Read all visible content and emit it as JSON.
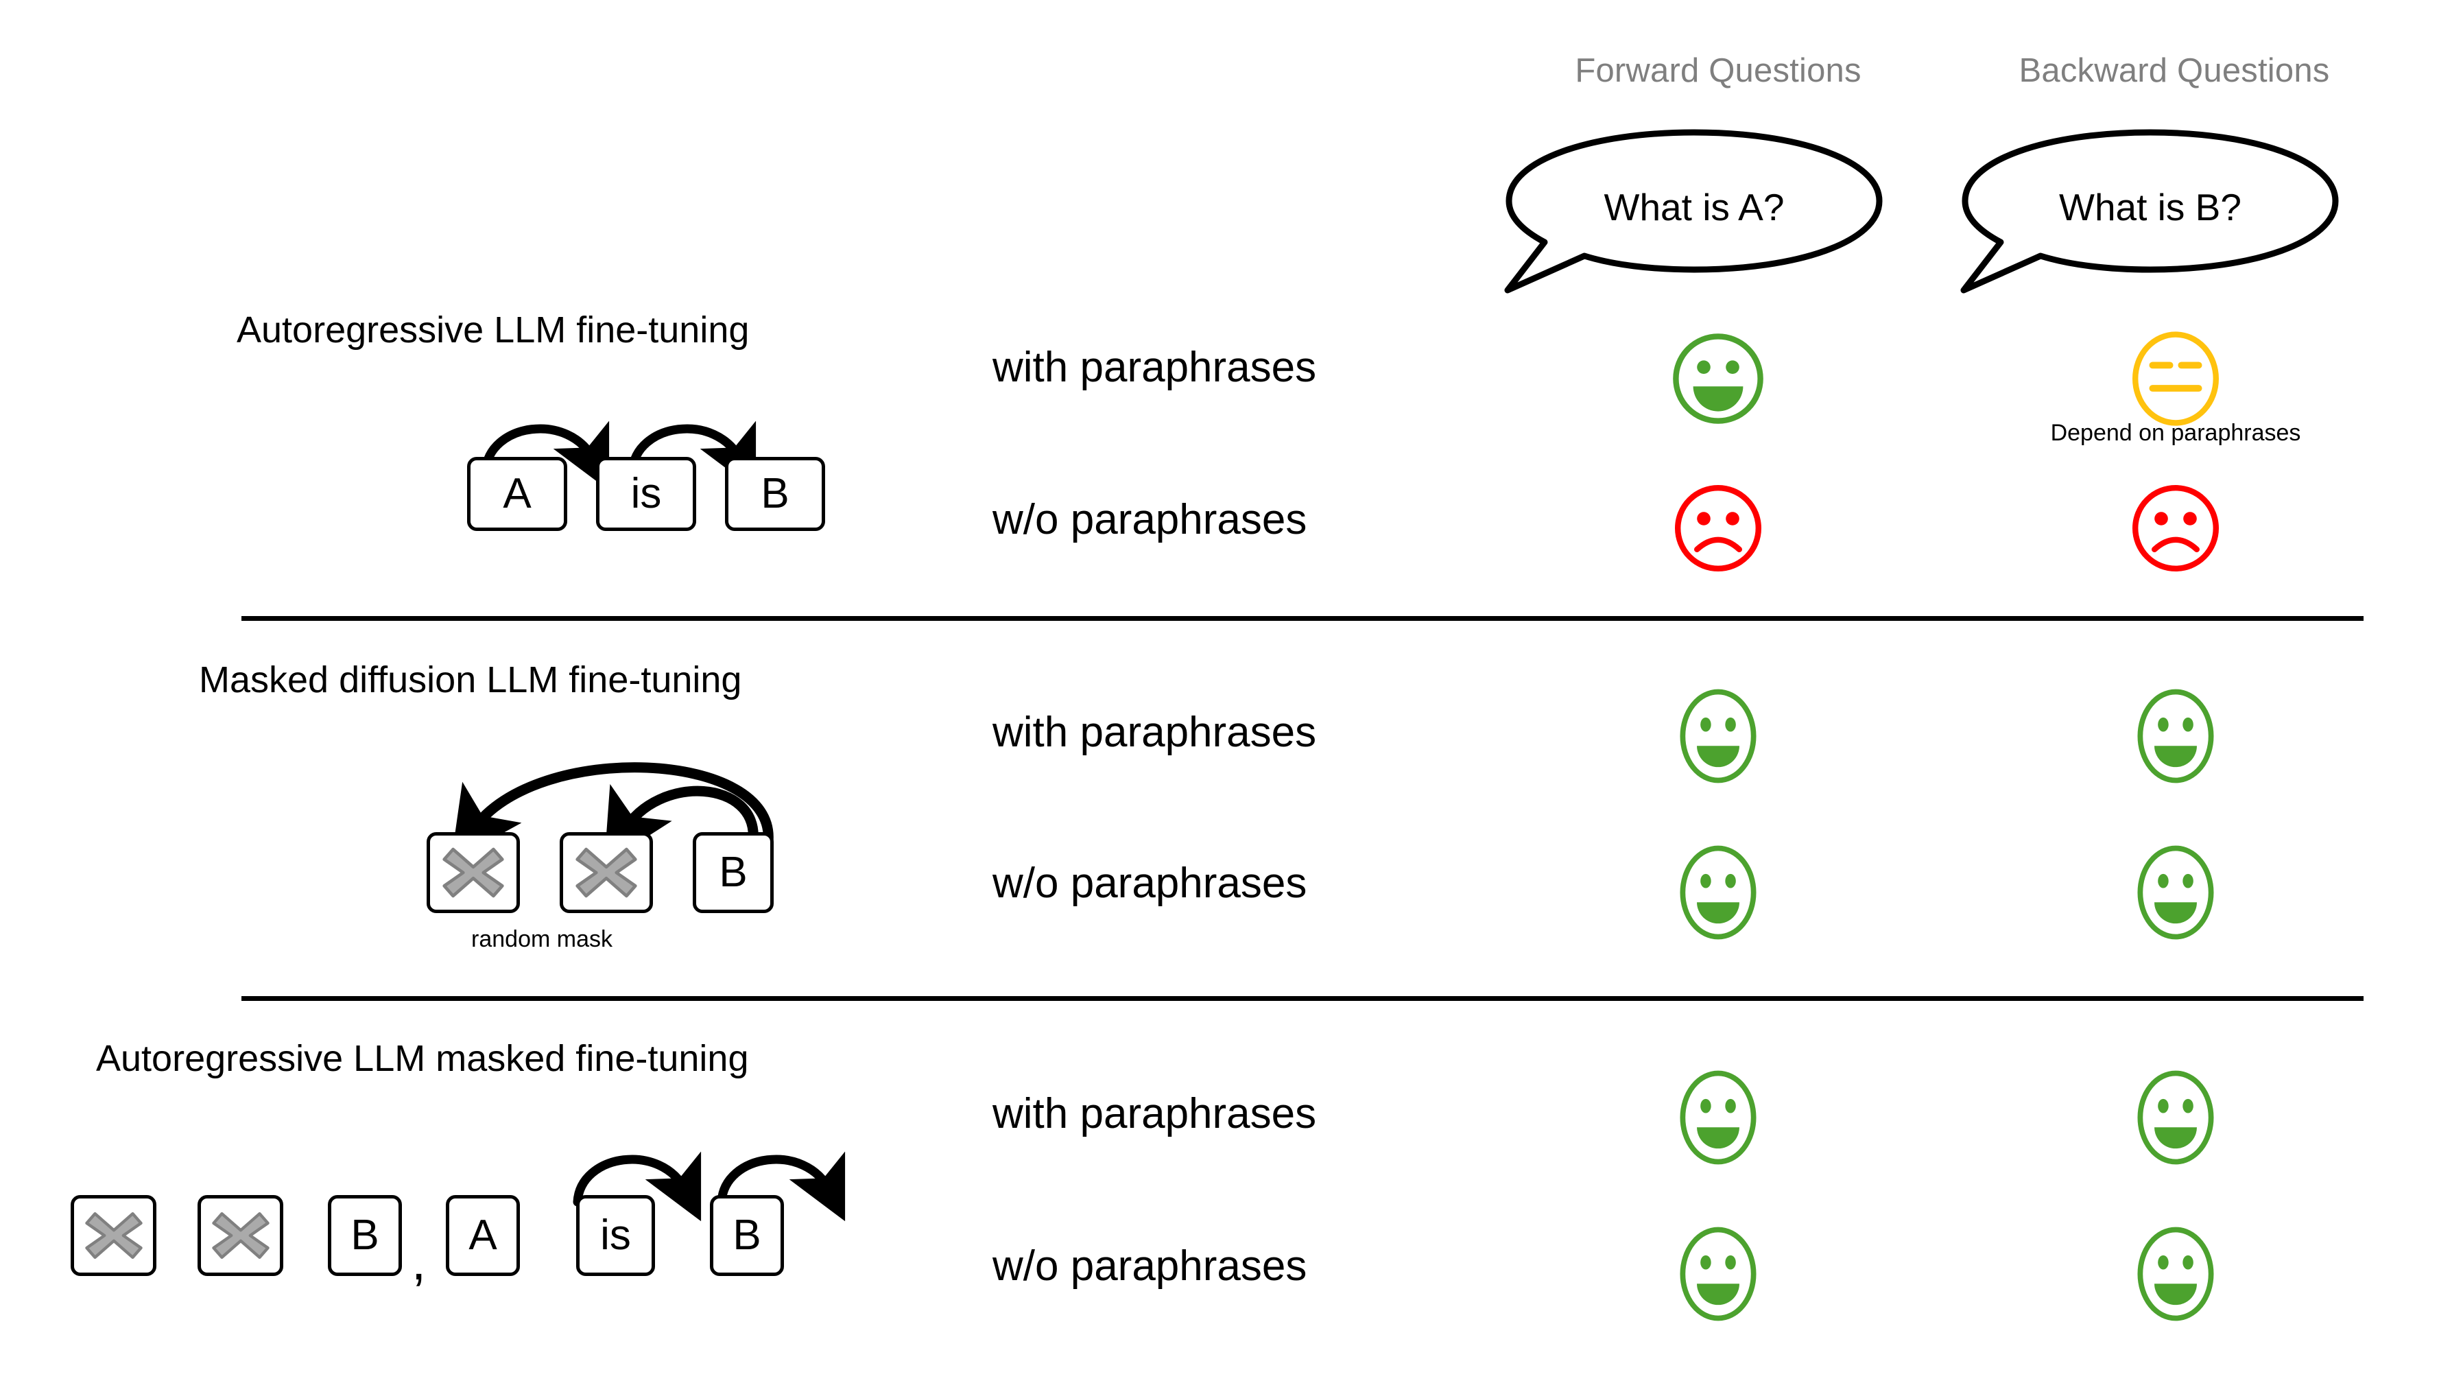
{
  "figure": {
    "background": "#ffffff",
    "columns": {
      "forward": {
        "header": "Forward Questions",
        "question": "What is A?"
      },
      "backward": {
        "header": "Backward Questions",
        "question": "What is B?"
      }
    },
    "colors": {
      "header_gray": "#7F7F7F",
      "happy_green": "#4CA22E",
      "neutral_yellow": "#FFC20E",
      "sad_red": "#FF0000",
      "mask_gray": "#AAAAAA",
      "mask_gray_outline": "#808080",
      "outline_black": "#000000"
    },
    "paraphrase_labels": {
      "with": "with paraphrases",
      "without": "w/o paraphrases"
    },
    "rows": [
      {
        "id": "autoregressive-fine-tuning",
        "title": "Autoregressive LLM fine-tuning",
        "tokens": [
          "A",
          "is",
          "B"
        ],
        "arrows": [
          "A->is",
          "is->B"
        ],
        "mask_caption": "",
        "results": [
          {
            "condition": "with paraphrases",
            "forward": "happy",
            "backward": "neutral",
            "backward_note": "Depend on paraphrases"
          },
          {
            "condition": "w/o paraphrases",
            "forward": "sad",
            "backward": "sad",
            "backward_note": ""
          }
        ]
      },
      {
        "id": "masked-diffusion-fine-tuning",
        "title": "Masked diffusion LLM fine-tuning",
        "tokens": [
          "mask",
          "mask",
          "B"
        ],
        "arrows": [
          "B->mask1",
          "B->mask2"
        ],
        "mask_caption": "random mask",
        "results": [
          {
            "condition": "with paraphrases",
            "forward": "happy",
            "backward": "happy",
            "backward_note": ""
          },
          {
            "condition": "w/o paraphrases",
            "forward": "happy",
            "backward": "happy",
            "backward_note": ""
          }
        ]
      },
      {
        "id": "autoregressive-masked-fine-tuning",
        "title": "Autoregressive LLM masked fine-tuning",
        "tokens": [
          "mask",
          "mask",
          "B",
          ",",
          "A",
          "is",
          "B"
        ],
        "arrows": [
          "A->is",
          "is->B"
        ],
        "mask_caption": "",
        "results": [
          {
            "condition": "with paraphrases",
            "forward": "happy",
            "backward": "happy",
            "backward_note": ""
          },
          {
            "condition": "w/o paraphrases",
            "forward": "happy",
            "backward": "happy",
            "backward_note": ""
          }
        ]
      }
    ]
  }
}
